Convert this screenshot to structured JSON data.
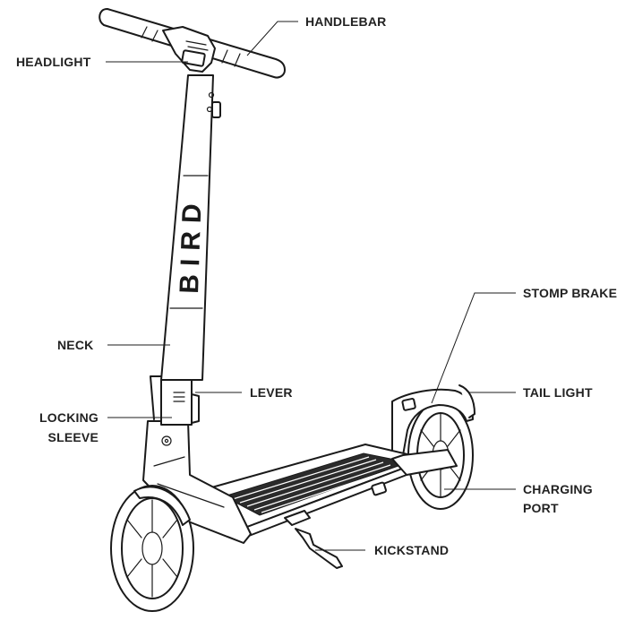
{
  "labels": {
    "handlebar": "HANDLEBAR",
    "headlight": "HEADLIGHT",
    "neck": "NECK",
    "lever": "LEVER",
    "locking_sleeve_line1": "LOCKING",
    "locking_sleeve_line2": "SLEEVE",
    "stomp_brake": "STOMP BRAKE",
    "tail_light": "TAIL LIGHT",
    "charging_port_line1": "CHARGING",
    "charging_port_line2": "PORT",
    "kickstand": "KICKSTAND"
  },
  "brand_text": "BIRD",
  "colors": {
    "ink": "#1a1a1a",
    "deck": "#2b2b2b",
    "label": "#222222",
    "background": "#ffffff"
  }
}
